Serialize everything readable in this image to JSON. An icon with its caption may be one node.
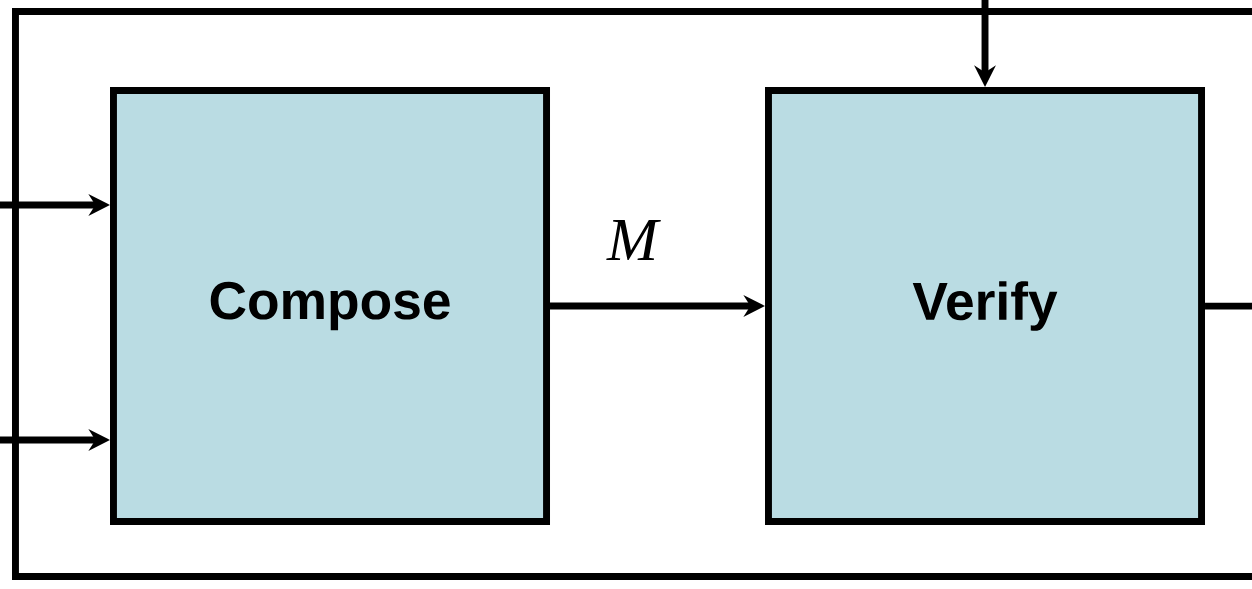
{
  "diagram": {
    "nodes": [
      {
        "text": [],
        "shape": "box"
      },
      {
        "text": [
          "Compose"
        ],
        "in": 0
      },
      {
        "text": [
          "Verify"
        ],
        "in": 0
      }
    ],
    "edges": [
      {
        "from": null,
        "to": 1,
        "arrow": "to"
      },
      {
        "from": null,
        "to": 1,
        "arrow": "to"
      },
      {
        "from": 1,
        "to": 2,
        "arrow": "to",
        "label": "M"
      },
      {
        "from": null,
        "to": 2,
        "arrow": "to"
      },
      {
        "from": 2,
        "to": null,
        "arrow": "none"
      }
    ]
  }
}
